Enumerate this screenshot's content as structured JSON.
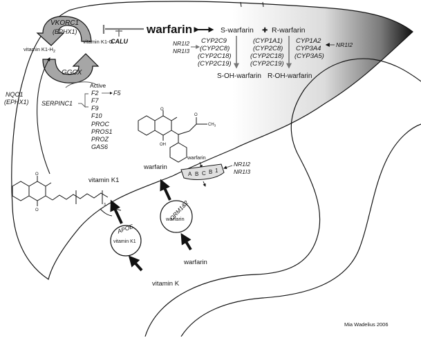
{
  "title": "warfarin",
  "metabolism": {
    "s_warfarin": "S-warfarin",
    "r_warfarin": "R-warfarin",
    "s_enzymes": [
      "CYP2C9",
      "(CYP2C8)",
      "(CYP2C18)",
      "(CYP2C19)"
    ],
    "r_enzymes_left": [
      "(CYP1A1)",
      "(CYP2C8)",
      "(CYP2C18)",
      "(CYP2C19)"
    ],
    "r_enzymes_right": [
      "CYP1A2",
      "CYP3A4",
      "(CYP3A5)"
    ],
    "regulators_left": [
      "NR1I2",
      "NR1I3"
    ],
    "regulator_right": "NR1I2",
    "s_product": "S-OH-warfarin",
    "r_product": "R-OH-warfarin"
  },
  "vitamin_k_cycle": {
    "vkorc1": "VKORC1",
    "ephx1": "(EPHX1)",
    "calu": "CALU",
    "epoxide": "vitamin K1-O",
    "hydroquinone": "vitamin K1-H",
    "hydroquinone_sub": "2",
    "ggcx": "GGCX",
    "nqo1": "NQO1",
    "nqo1_ephx1": "(EPHX1)"
  },
  "clotting": {
    "serpinc1": "SERPINC1",
    "active": "Active",
    "factors": [
      "F2",
      "F7",
      "F9",
      "F10"
    ],
    "f5": "F5",
    "proteins": [
      "PROC",
      "PROS1",
      "PROZ",
      "GAS6"
    ]
  },
  "structures": {
    "warfarin_oh": "OH",
    "warfarin_o1": "O",
    "warfarin_o2": "O",
    "warfarin_ch3": "CH",
    "warfarin_ch3_sub": "3",
    "vitk_o1": "O",
    "vitk_o2": "O",
    "vitk_n": "3"
  },
  "transport": {
    "warfarin_in_cell": "warfarin",
    "transporter_warfarin": "warfarin",
    "transporter_letters": [
      "A",
      "B",
      "C",
      "B",
      "1"
    ],
    "transporter_regulators": [
      "NR1I2",
      "NR1I3"
    ],
    "vitamin_k1_label": "vitamin K1",
    "apoe": "APOE",
    "apoe_content": "vitamin K1",
    "orm": "ORM1&2",
    "orm_content": "warfarin",
    "blood_warfarin": "warfarin",
    "blood_vitamin_k": "vitamin K"
  },
  "credit": "Mia Wadelius 2006"
}
